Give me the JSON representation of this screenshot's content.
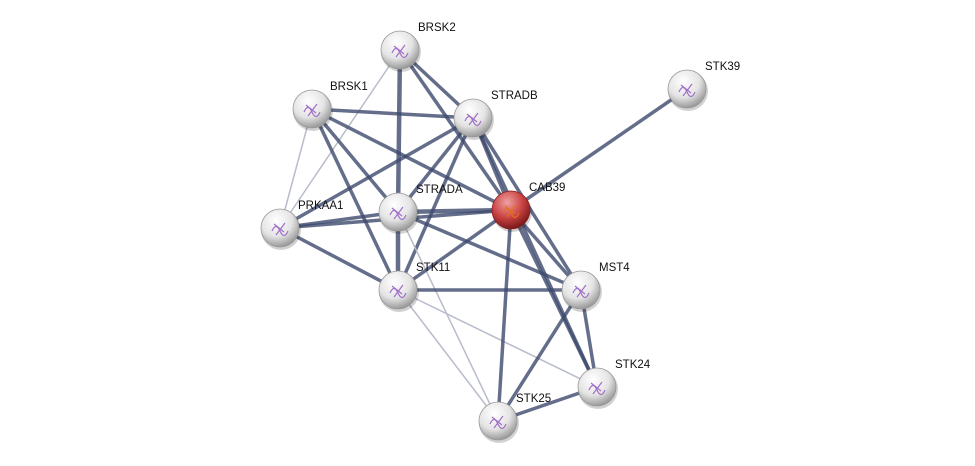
{
  "colors": {
    "edge_strong": "#3d4a6e",
    "edge_light": "#b8bccb",
    "node": "#e6e6e6",
    "query_node": "#c23a3a"
  },
  "nodes": [
    {
      "id": "BRSK2",
      "label": "BRSK2",
      "query": false,
      "icon": "protein-structure-icon"
    },
    {
      "id": "STK39",
      "label": "STK39",
      "query": false,
      "icon": "protein-structure-icon"
    },
    {
      "id": "BRSK1",
      "label": "BRSK1",
      "query": false,
      "icon": "protein-structure-icon"
    },
    {
      "id": "STRADB",
      "label": "STRADB",
      "query": false,
      "icon": "protein-structure-icon"
    },
    {
      "id": "CAB39",
      "label": "CAB39",
      "query": true,
      "icon": "protein-structure-icon"
    },
    {
      "id": "STRADA",
      "label": "STRADA",
      "query": false,
      "icon": "protein-structure-icon"
    },
    {
      "id": "PRKAA1",
      "label": "PRKAA1",
      "query": false,
      "icon": "protein-structure-icon"
    },
    {
      "id": "STK11",
      "label": "STK11",
      "query": false,
      "icon": "protein-structure-icon"
    },
    {
      "id": "MST4",
      "label": "MST4",
      "query": false,
      "icon": "protein-structure-icon"
    },
    {
      "id": "STK24",
      "label": "STK24",
      "query": false,
      "icon": "protein-structure-icon"
    },
    {
      "id": "STK25",
      "label": "STK25",
      "query": false,
      "icon": "protein-structure-icon"
    }
  ],
  "edges": [
    [
      "BRSK2",
      "STRADA",
      0.95
    ],
    [
      "BRSK2",
      "STRADB",
      0.8
    ],
    [
      "BRSK2",
      "CAB39",
      0.8
    ],
    [
      "BRSK2",
      "PRKAA1",
      0.3
    ],
    [
      "BRSK1",
      "STRADB",
      0.8
    ],
    [
      "BRSK1",
      "CAB39",
      0.8
    ],
    [
      "BRSK1",
      "STRADA",
      0.8
    ],
    [
      "BRSK1",
      "STK11",
      0.8
    ],
    [
      "BRSK1",
      "PRKAA1",
      0.3
    ],
    [
      "STRADB",
      "PRKAA1",
      0.8
    ],
    [
      "STRADB",
      "STRADA",
      0.8
    ],
    [
      "STRADB",
      "STK11",
      0.8
    ],
    [
      "STRADB",
      "CAB39",
      0.8
    ],
    [
      "STRADB",
      "MST4",
      0.8
    ],
    [
      "STRADB",
      "STK24",
      0.8
    ],
    [
      "STRADA",
      "CAB39",
      0.95
    ],
    [
      "PRKAA1",
      "CAB39",
      0.8
    ],
    [
      "PRKAA1",
      "STRADA",
      0.8
    ],
    [
      "PRKAA1",
      "STK11",
      0.8
    ],
    [
      "STRADA",
      "STK11",
      0.95
    ],
    [
      "STRADA",
      "MST4",
      0.8
    ],
    [
      "STRADA",
      "STK25",
      0.3
    ],
    [
      "STK11",
      "CAB39",
      0.8
    ],
    [
      "STK11",
      "MST4",
      0.8
    ],
    [
      "STK11",
      "STK25",
      0.3
    ],
    [
      "STK11",
      "STK24",
      0.3
    ],
    [
      "CAB39",
      "STK25",
      0.8
    ],
    [
      "CAB39",
      "MST4",
      0.8
    ],
    [
      "CAB39",
      "STK24",
      0.8
    ],
    [
      "CAB39",
      "STK39",
      0.8
    ],
    [
      "MST4",
      "STK25",
      0.8
    ],
    [
      "MST4",
      "STK24",
      0.8
    ],
    [
      "STK24",
      "STK25",
      0.8
    ]
  ]
}
